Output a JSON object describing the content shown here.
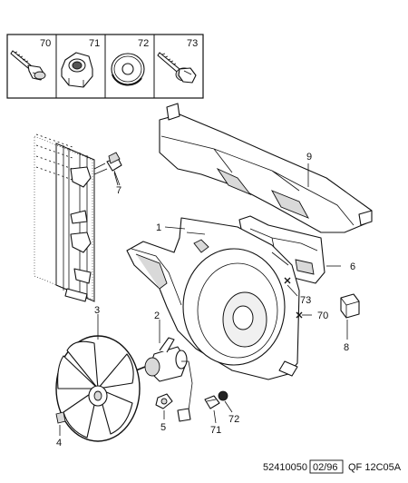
{
  "hardware": [
    {
      "ref": "70",
      "icon": "self-tapping-screw-icon"
    },
    {
      "ref": "71",
      "icon": "hex-nut-icon"
    },
    {
      "ref": "72",
      "icon": "flat-washer-icon"
    },
    {
      "ref": "73",
      "icon": "flanged-bolt-icon"
    }
  ],
  "callouts": {
    "c1": "1",
    "c2": "2",
    "c3": "3",
    "c4": "4",
    "c5": "5",
    "c6": "6",
    "c7": "7",
    "c8": "8",
    "c9": "9",
    "c70": "70",
    "c71": "71",
    "c72": "72",
    "c73": "73"
  },
  "footer": {
    "code": "52410050",
    "date": "02/96",
    "ref": "QF 12C05A"
  }
}
